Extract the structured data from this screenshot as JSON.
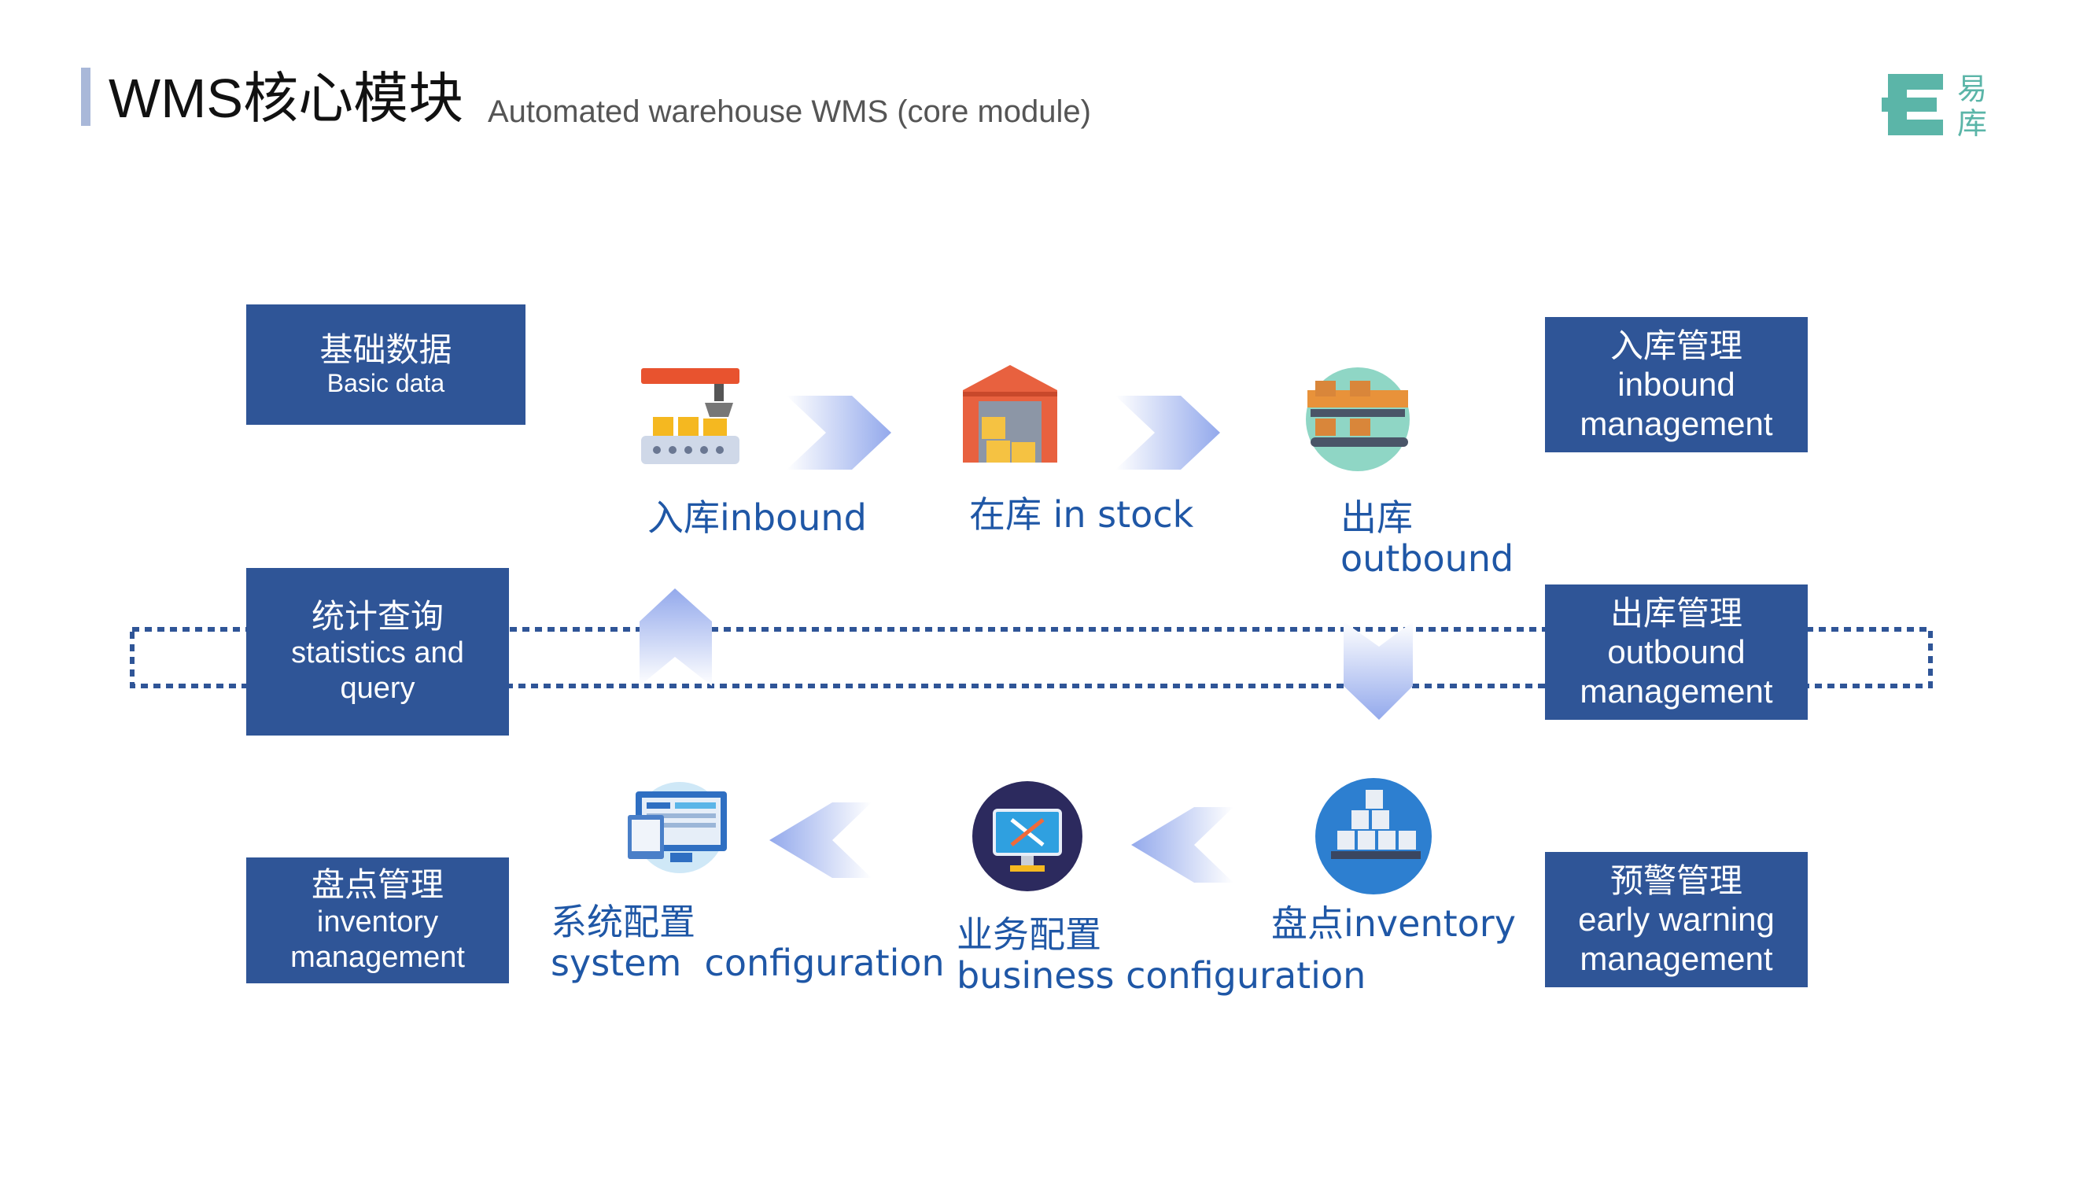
{
  "header": {
    "title": "WMS核心模块",
    "subtitle": "Automated warehouse WMS (core module)",
    "logo_text": "易库"
  },
  "boxes": {
    "basic_data": {
      "cn": "基础数据",
      "en": "Basic data"
    },
    "stats_query": {
      "cn": "统计查询",
      "en_line1": "statistics and",
      "en_line2": "query"
    },
    "inventory_mgmt": {
      "cn": "盘点管理",
      "en_line1": "inventory",
      "en_line2": "management"
    },
    "inbound_mgmt": {
      "cn": "入库管理",
      "en_line1": "inbound",
      "en_line2": "management"
    },
    "outbound_mgmt": {
      "cn": "出库管理",
      "en_line1": "outbound",
      "en_line2": "management"
    },
    "warning_mgmt": {
      "cn": "预警管理",
      "en_line1": "early warning",
      "en_line2": "management"
    }
  },
  "flow": {
    "inbound": {
      "label": "入库inbound",
      "icon": "conveyor-robot-arm-icon"
    },
    "in_stock": {
      "label": "在库 in stock",
      "icon": "warehouse-icon"
    },
    "outbound": {
      "label_cn": "出库",
      "label_en": "outbound",
      "icon": "conveyor-boxes-icon"
    },
    "inventory": {
      "label": "盘点inventory",
      "icon": "stacked-boxes-pallet-icon"
    },
    "business_config": {
      "label_cn": "业务配置",
      "label_en": "business configuration",
      "icon": "monitor-tools-icon"
    },
    "system_config": {
      "label_cn": "系统配置",
      "label_en": "system  configuration",
      "icon": "computer-screens-icon"
    }
  },
  "colors": {
    "box_navy": "#2f5597",
    "caption_blue": "#1f57a6",
    "dash_blue": "#2f5597",
    "arrow_gradient_start": "#ffffff",
    "arrow_gradient_end": "#93a9ec",
    "logo_teal": "#5bb5a8"
  }
}
